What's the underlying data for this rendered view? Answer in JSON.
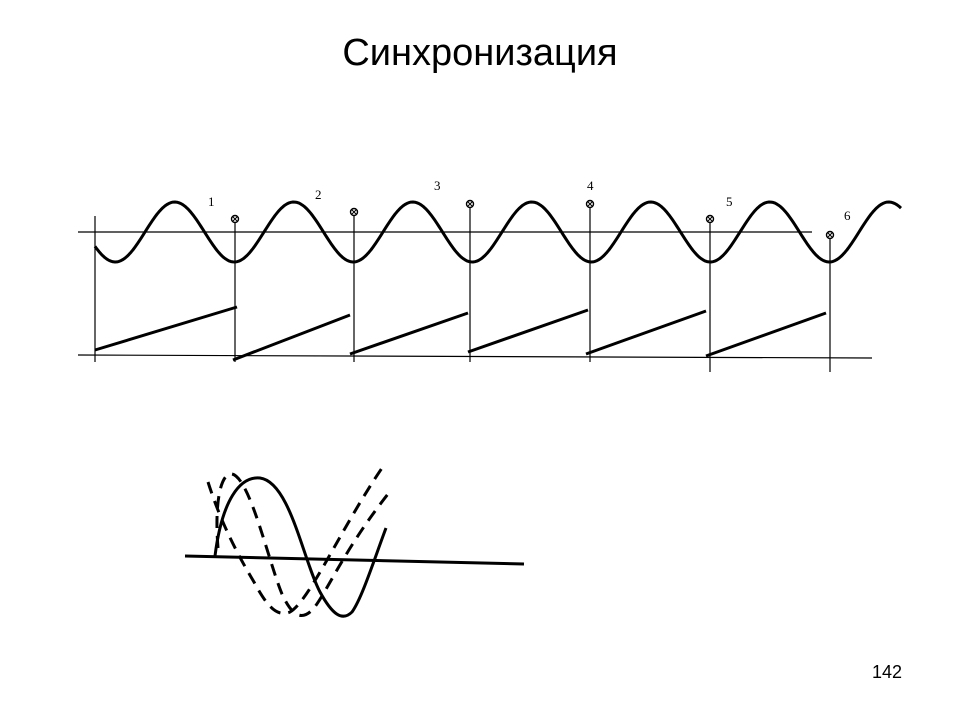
{
  "title": "Синхронизация",
  "page_number": "142",
  "sync_marker_labels": [
    "1",
    "2",
    "3",
    "4",
    "5",
    "6"
  ],
  "colors": {
    "stroke": "#000000",
    "background": "#ffffff"
  }
}
